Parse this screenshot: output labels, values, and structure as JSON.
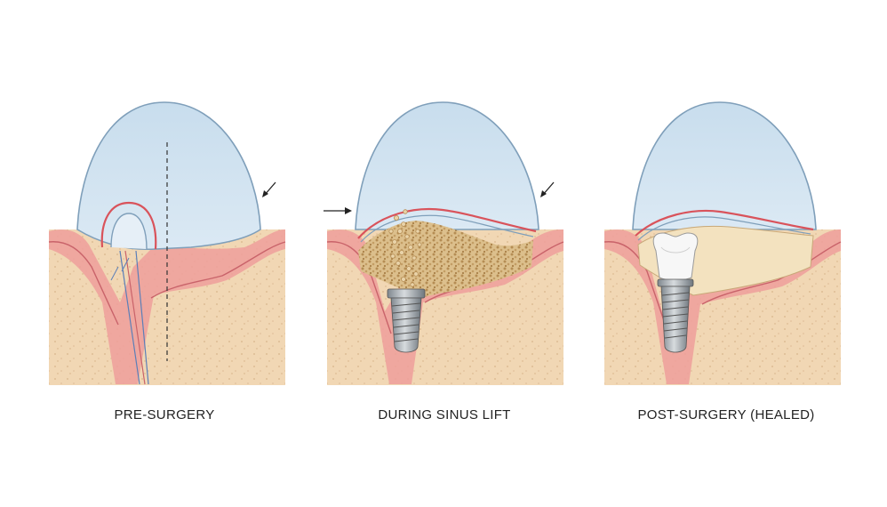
{
  "panels": [
    {
      "caption": "PRE-SURGERY"
    },
    {
      "caption": "DURING SINUS LIFT"
    },
    {
      "caption": "POST-SURGERY (HEALED)"
    }
  ],
  "colors": {
    "sinus": "#cfe2f1",
    "sinus_outline": "#7f9fba",
    "membrane": "#d9535b",
    "gum": "#ee9f9b",
    "bone": "#f1d7b4",
    "graft": "#cfae78",
    "implant": "#9da4aa",
    "crown": "#f7f7f7"
  },
  "icons": [
    "arrow-icon",
    "dashed-line-icon"
  ]
}
